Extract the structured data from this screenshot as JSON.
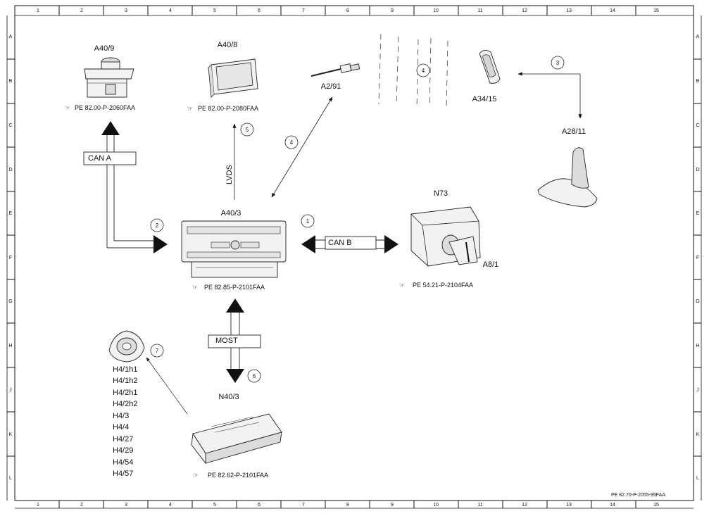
{
  "grid": {
    "columns": [
      "1",
      "2",
      "3",
      "4",
      "5",
      "6",
      "7",
      "8",
      "9",
      "10",
      "11",
      "12",
      "13",
      "14",
      "15"
    ],
    "rows": [
      "A",
      "B",
      "C",
      "D",
      "E",
      "F",
      "G",
      "H",
      "J",
      "K",
      "L"
    ]
  },
  "components": {
    "a40_9": {
      "id": "A40/9",
      "ref": "PE 82.00-P-2060FAA"
    },
    "a40_8": {
      "id": "A40/8",
      "ref": "PE 82.00-P-2080FAA"
    },
    "a2_91": {
      "id": "A2/91"
    },
    "a34_15": {
      "id": "A34/15"
    },
    "a28_11": {
      "id": "A28/11"
    },
    "a40_3": {
      "id": "A40/3",
      "ref": "PE 82.85-P-2101FAA"
    },
    "n73": {
      "id": "N73",
      "ref": "PE 54.21-P-2104FAA"
    },
    "a8_1": {
      "id": "A8/1"
    },
    "n40_3": {
      "id": "N40/3",
      "ref": "PE 82.62-P-2101FAA"
    },
    "h4": {
      "ids": [
        "H4/1h1",
        "H4/1h2",
        "H4/2h1",
        "H4/2h2",
        "H4/3",
        "H4/4",
        "H4/27",
        "H4/29",
        "H4/54",
        "H4/57"
      ]
    }
  },
  "buses": {
    "can_a": "CAN A",
    "can_b": "CAN B",
    "most": "MOST",
    "lvds": "LVDS"
  },
  "markers": [
    "1",
    "2",
    "3",
    "4",
    "4",
    "5",
    "6",
    "7"
  ],
  "footer_ref": "PE 82.70-P-2055-99FAA"
}
